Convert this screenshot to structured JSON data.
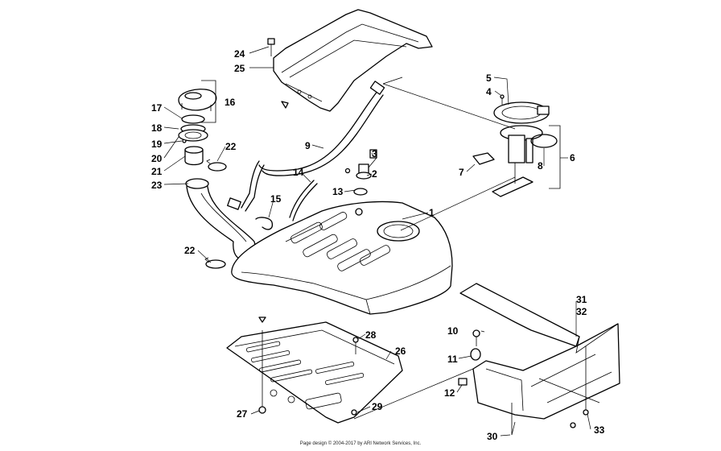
{
  "footer": "Page design © 2004-2017 by ARI Network Services, Inc.",
  "callouts": [
    "1",
    "2",
    "3",
    "4",
    "5",
    "6",
    "7",
    "8",
    "9",
    "10",
    "11",
    "12",
    "13",
    "14",
    "15",
    "16",
    "17",
    "18",
    "19",
    "20",
    "21",
    "22",
    "22",
    "23",
    "24",
    "25",
    "26",
    "27",
    "28",
    "29",
    "30",
    "31",
    "32",
    "33"
  ]
}
